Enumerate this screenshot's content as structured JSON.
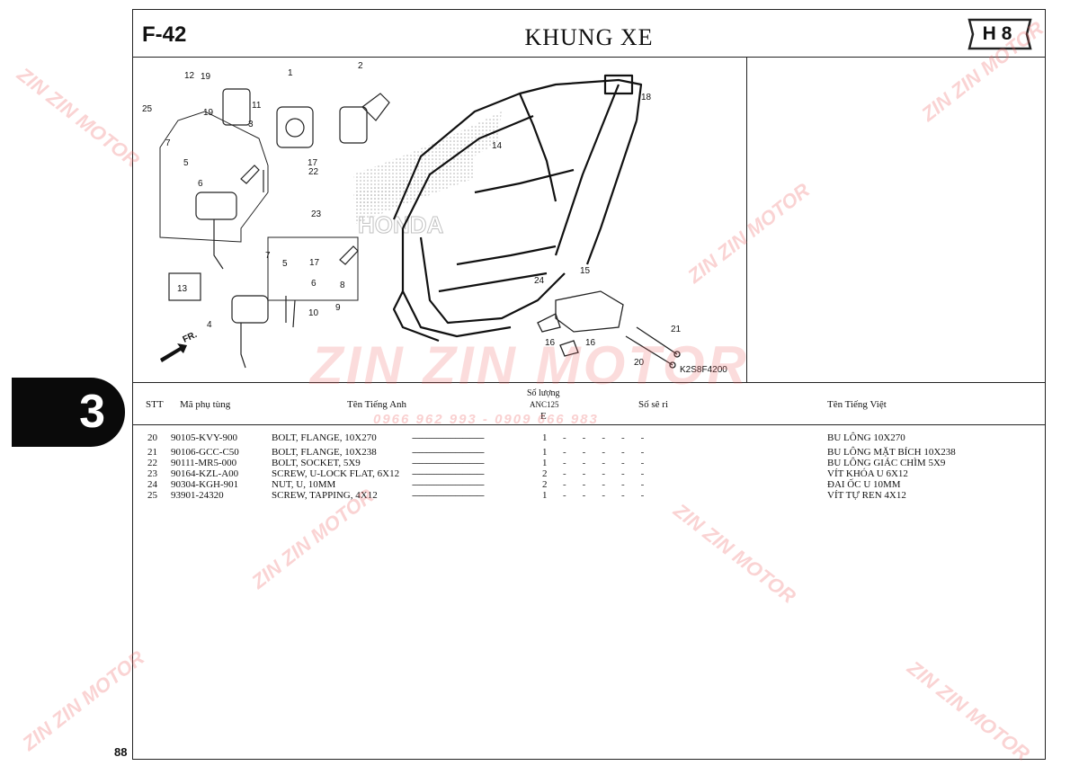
{
  "header": {
    "figure_code": "F-42",
    "title": "KHUNG XE",
    "badge": "H8"
  },
  "section_tab": "3",
  "page_number": "88",
  "diagram": {
    "code": "K2S8F4200",
    "direction_label": "FR.",
    "brand_mark": "HONDA",
    "callouts": [
      "1",
      "2",
      "3",
      "4",
      "5",
      "5",
      "6",
      "6",
      "7",
      "7",
      "8",
      "9",
      "10",
      "11",
      "12",
      "13",
      "14",
      "15",
      "16",
      "16",
      "17",
      "17",
      "18",
      "19",
      "19",
      "20",
      "21",
      "22",
      "23",
      "24",
      "25"
    ]
  },
  "table": {
    "headers": {
      "stt": "STT",
      "part_no": "Mã phụ tùng",
      "name_en": "Tên Tiếng Anh",
      "quantity": "Số lượng",
      "model": "ANC125",
      "model_sub": "E",
      "serial": "Số sê ri",
      "name_vi": "Tên Tiếng Việt"
    },
    "rows": [
      {
        "stt": "20",
        "part_no": "90105-KVY-900",
        "name_en": "BOLT, FLANGE, 10X270",
        "qty": "1",
        "name_vi": "BU LÔNG 10X270"
      },
      {
        "stt": "21",
        "part_no": "90106-GCC-C50",
        "name_en": "BOLT, FLANGE, 10X238",
        "qty": "1",
        "name_vi": "BU LÔNG MẶT BÍCH 10X238"
      },
      {
        "stt": "22",
        "part_no": "90111-MR5-000",
        "name_en": "BOLT, SOCKET, 5X9",
        "qty": "1",
        "name_vi": "BU LÔNG GIÁC CHÌM 5X9"
      },
      {
        "stt": "23",
        "part_no": "90164-KZL-A00",
        "name_en": "SCREW, U-LOCK FLAT, 6X12",
        "qty": "2",
        "name_vi": "VÍT KHÓA U 6X12"
      },
      {
        "stt": "24",
        "part_no": "90304-KGH-901",
        "name_en": "NUT, U, 10MM",
        "qty": "2",
        "name_vi": "ĐAI ỐC U 10MM"
      },
      {
        "stt": "25",
        "part_no": "93901-24320",
        "name_en": "SCREW, TAPPING, 4X12",
        "qty": "1",
        "name_vi": "VÍT TỰ REN 4X12"
      }
    ]
  },
  "watermark": {
    "brand": "ZIN ZIN MOTOR",
    "phone": "0966 962 993 - 0909 666 983"
  },
  "colors": {
    "watermark": "#e66666",
    "ink": "#111111",
    "tab": "#0a0a0a"
  }
}
